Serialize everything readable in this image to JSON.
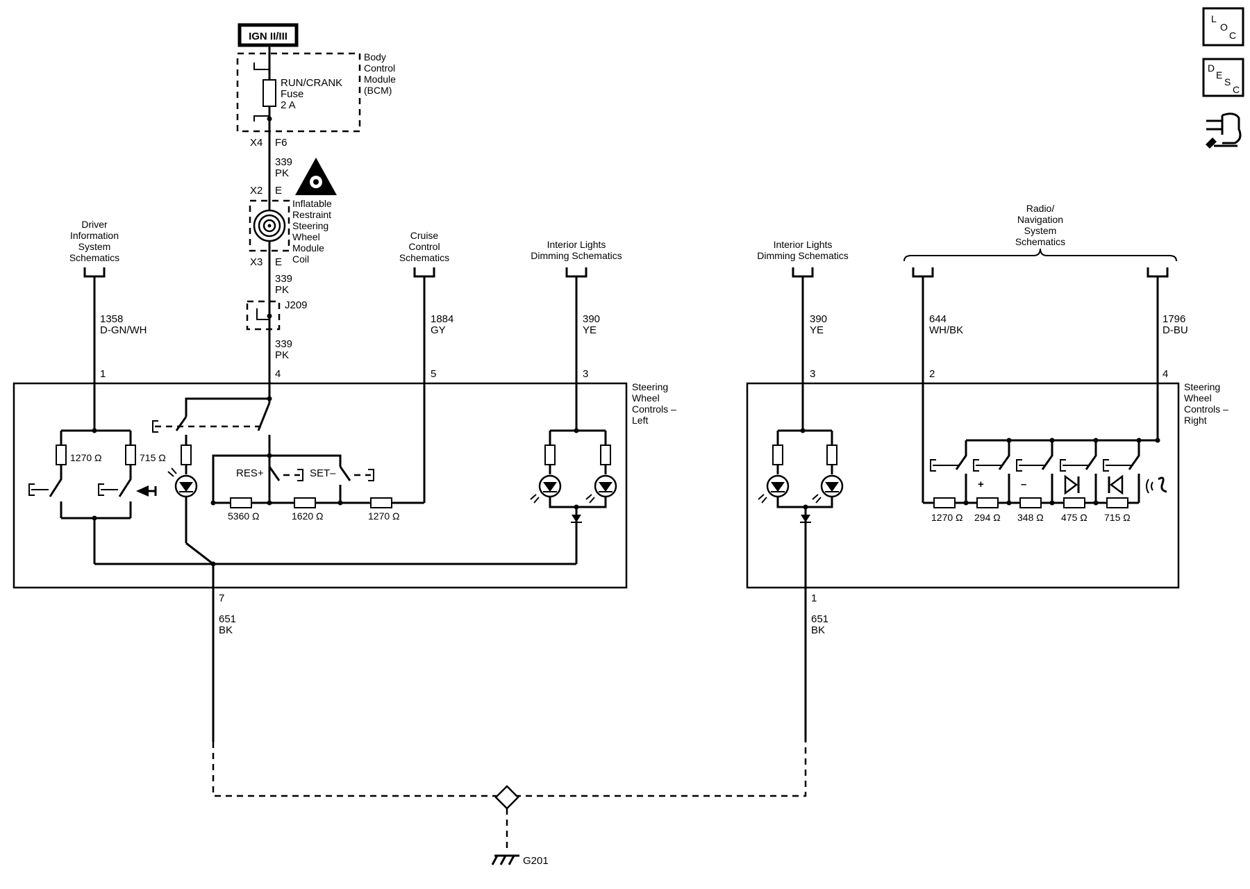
{
  "power": {
    "ign": "IGN II/III"
  },
  "bcm": {
    "line1": "Body",
    "line2": "Control",
    "line3": "Module",
    "line4": "(BCM)"
  },
  "fuse": {
    "name": "RUN/CRANK",
    "type": "Fuse",
    "rating": "2 A"
  },
  "connectors": {
    "x4": "X4",
    "f6": "F6",
    "x2": "X2",
    "e_top": "E",
    "x3": "X3",
    "e_bot": "E",
    "j209": "J209"
  },
  "wire_339": {
    "number": "339",
    "color": "PK"
  },
  "airbag_coil": {
    "line1": "Inflatable",
    "line2": "Restraint",
    "line3": "Steering",
    "line4": "Wheel",
    "line5": "Module",
    "line6": "Coil"
  },
  "refs": {
    "dis": {
      "line1": "Driver",
      "line2": "Information",
      "line3": "System",
      "line4": "Schematics"
    },
    "cruise": {
      "line1": "Cruise",
      "line2": "Control",
      "line3": "Schematics"
    },
    "dim_left": {
      "line1": "Interior Lights",
      "line2": "Dimming Schematics"
    },
    "dim_right": {
      "line1": "Interior Lights",
      "line2": "Dimming Schematics"
    },
    "radio": {
      "line1": "Radio/",
      "line2": "Navigation",
      "line3": "System",
      "line4": "Schematics"
    }
  },
  "wires": {
    "w1358": {
      "number": "1358",
      "color": "D-GN/WH"
    },
    "w1884": {
      "number": "1884",
      "color": "GY"
    },
    "w390l": {
      "number": "390",
      "color": "YE"
    },
    "w390r": {
      "number": "390",
      "color": "YE"
    },
    "w644": {
      "number": "644",
      "color": "WH/BK"
    },
    "w1796": {
      "number": "1796",
      "color": "D-BU"
    },
    "w651l": {
      "number": "651",
      "color": "BK"
    },
    "w651r": {
      "number": "651",
      "color": "BK"
    }
  },
  "pins": {
    "l1": "1",
    "l4": "4",
    "l5": "5",
    "l3": "3",
    "l7": "7",
    "r3": "3",
    "r2": "2",
    "r4": "4",
    "r1": "1"
  },
  "left_module": {
    "line1": "Steering",
    "line2": "Wheel",
    "line3": "Controls –",
    "line4": "Left"
  },
  "right_module": {
    "line1": "Steering",
    "line2": "Wheel",
    "line3": "Controls –",
    "line4": "Right"
  },
  "resistors_left": {
    "r1270a": "1270 Ω",
    "r715": "715 Ω",
    "r5360": "5360 Ω",
    "r1620": "1620 Ω",
    "r1270b": "1270 Ω"
  },
  "resistors_right": {
    "r1270": "1270 Ω",
    "r294": "294 Ω",
    "r348": "348 Ω",
    "r475": "475 Ω",
    "r715": "715 Ω"
  },
  "switch_labels": {
    "res": "RES+",
    "set": "SET–",
    "vol_up": "+",
    "vol_down": "–"
  },
  "ground": {
    "label": "G201"
  },
  "nav_icons": {
    "loc": {
      "l": "L",
      "o": "O",
      "c": "C"
    },
    "desc": {
      "d": "D",
      "e": "E",
      "s": "S",
      "c": "C"
    },
    "connector_icon": "connector-end-view-icon"
  }
}
